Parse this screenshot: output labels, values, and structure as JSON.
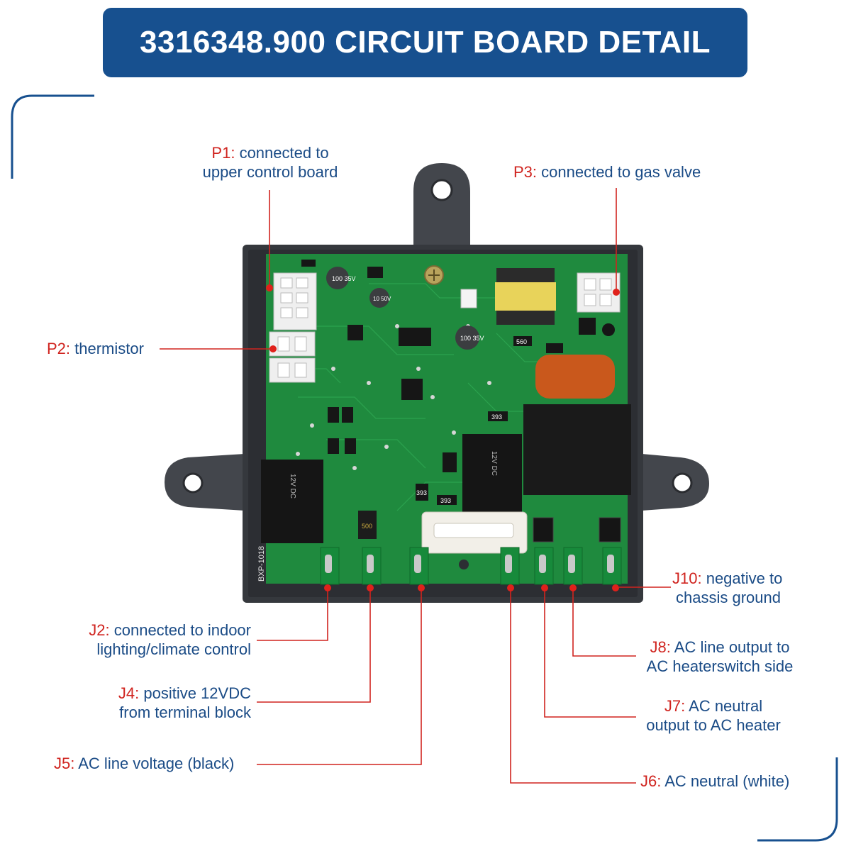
{
  "title": "3316348.900 CIRCUIT BOARD DETAIL",
  "colors": {
    "brand_blue": "#17508f",
    "text_blue": "#1a4b86",
    "label_red": "#d0241f",
    "leader_red": "#d0241f",
    "board_green": "#1f8a3e",
    "housing": "#3a3d42"
  },
  "board": {
    "model_silk": "BXP-1018",
    "relay_left_text": "12V DC",
    "relay_right_text": "12V DC",
    "capacitor_1": "100 35V",
    "capacitor_2": "10 50V",
    "capacitor_3": "100 35V",
    "resistor_a": "393",
    "resistor_b": "393",
    "resistor_c": "393",
    "resistor_d": "560",
    "diode_500": "500"
  },
  "callouts": [
    {
      "id": "P1",
      "label": "P1:",
      "line1": " connected to",
      "line2": "upper control board"
    },
    {
      "id": "P3",
      "label": "P3:",
      "line1": " connected to gas valve",
      "line2": ""
    },
    {
      "id": "P2",
      "label": "P2:",
      "line1": " thermistor",
      "line2": ""
    },
    {
      "id": "J10",
      "label": "J10:",
      "line1": " negative to",
      "line2": "chassis ground"
    },
    {
      "id": "J2",
      "label": "J2:",
      "line1": " connected to indoor",
      "line2": "lighting/climate control"
    },
    {
      "id": "J8",
      "label": "J8:",
      "line1": " AC line output to",
      "line2": "AC heaterswitch side"
    },
    {
      "id": "J4",
      "label": "J4:",
      "line1": " positive 12VDC",
      "line2": "from terminal block"
    },
    {
      "id": "J7",
      "label": "J7:",
      "line1": " AC neutral",
      "line2": "output to AC heater"
    },
    {
      "id": "J5",
      "label": "J5:",
      "line1": " AC line voltage (black)",
      "line2": ""
    },
    {
      "id": "J6",
      "label": "J6:",
      "line1": " AC neutral (white)",
      "line2": ""
    }
  ]
}
